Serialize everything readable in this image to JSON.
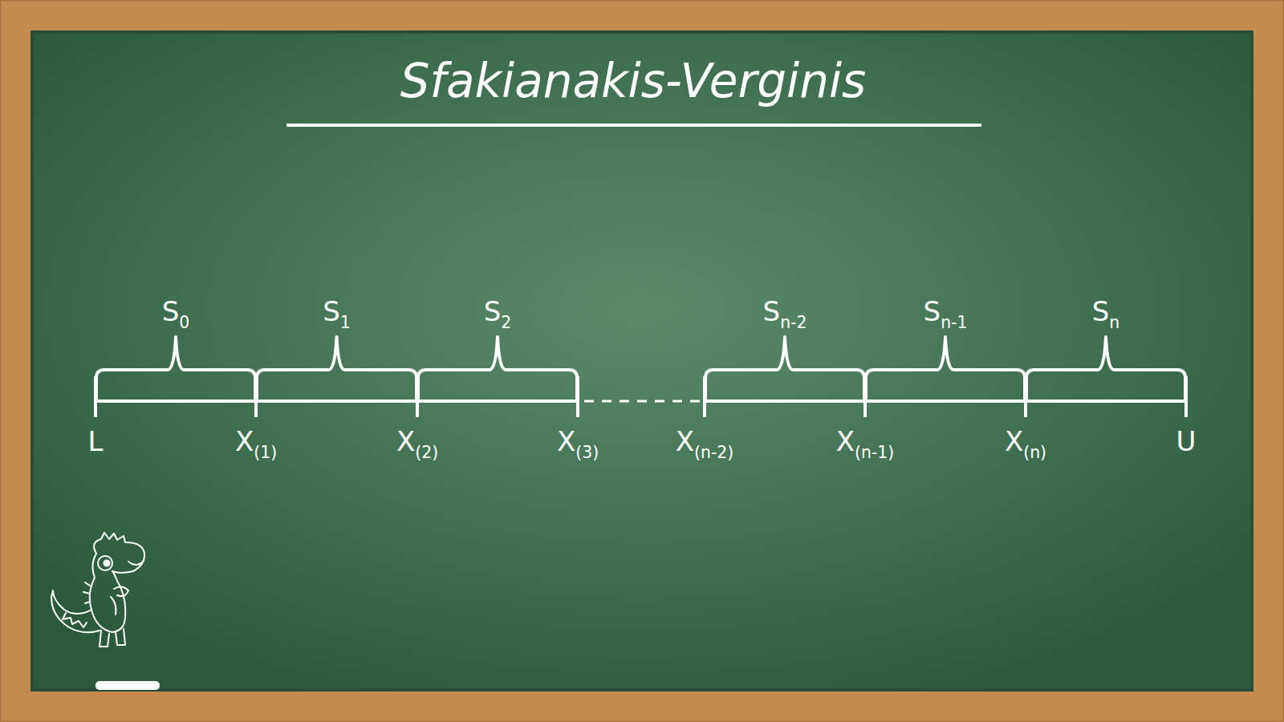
{
  "diagram": {
    "title": "Sfakianakis-Verginis",
    "labels": [
      "S0",
      "S1",
      "S2",
      "Sn-2",
      "Sn-1",
      "Sn",
      "L",
      "X(1)",
      "X(2)",
      "X(3)",
      "X(n-2)",
      "X(n-1)",
      "X(n)",
      "U"
    ]
  }
}
